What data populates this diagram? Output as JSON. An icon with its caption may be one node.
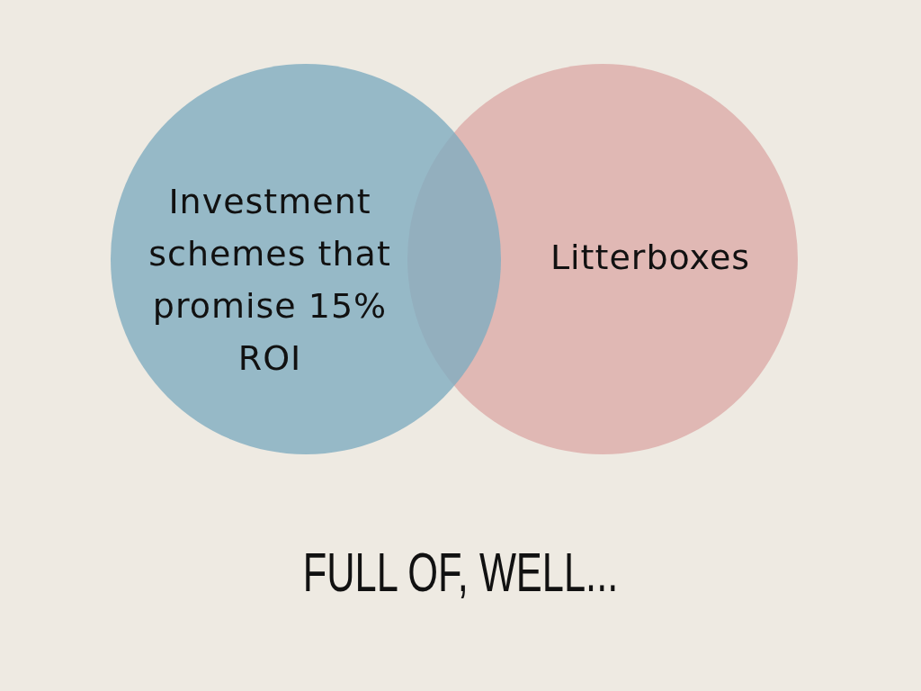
{
  "diagram": {
    "caption": "FULL OF, WELL...",
    "nodes": [
      {
        "text": [
          "Investment schemes that promise 15% ROI"
        ]
      },
      {
        "text": [
          "Litterboxes"
        ]
      }
    ]
  }
}
